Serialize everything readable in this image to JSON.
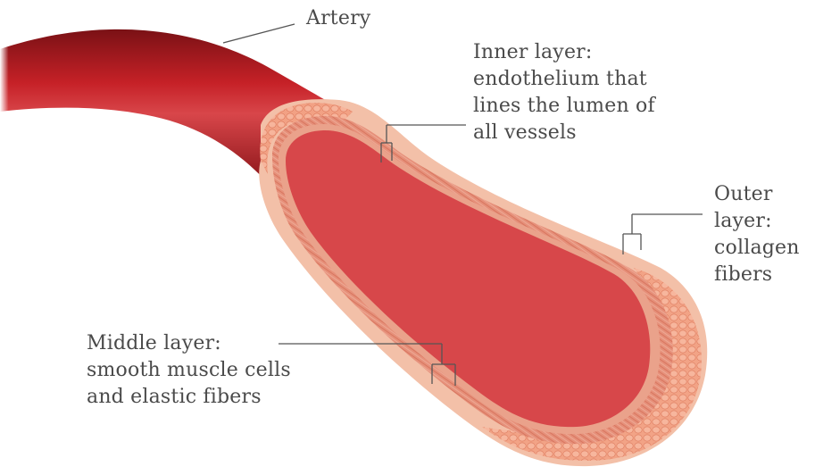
{
  "labels": {
    "artery": "Artery",
    "inner": "Inner layer:\nendothelium that\nlines the lumen of\nall vessels",
    "outer": "Outer\nlayer:\ncollagen\nfibers",
    "middle": "Middle layer:\nsmooth muscle cells\nand elastic fibers"
  },
  "colors": {
    "outer_wall": "#f3c0a8",
    "middle_wall": "#e3876a",
    "inner_wall": "#e9a58c",
    "lumen": "#d7474a",
    "artery_body": "#c62127",
    "leader_line": "#555555"
  }
}
